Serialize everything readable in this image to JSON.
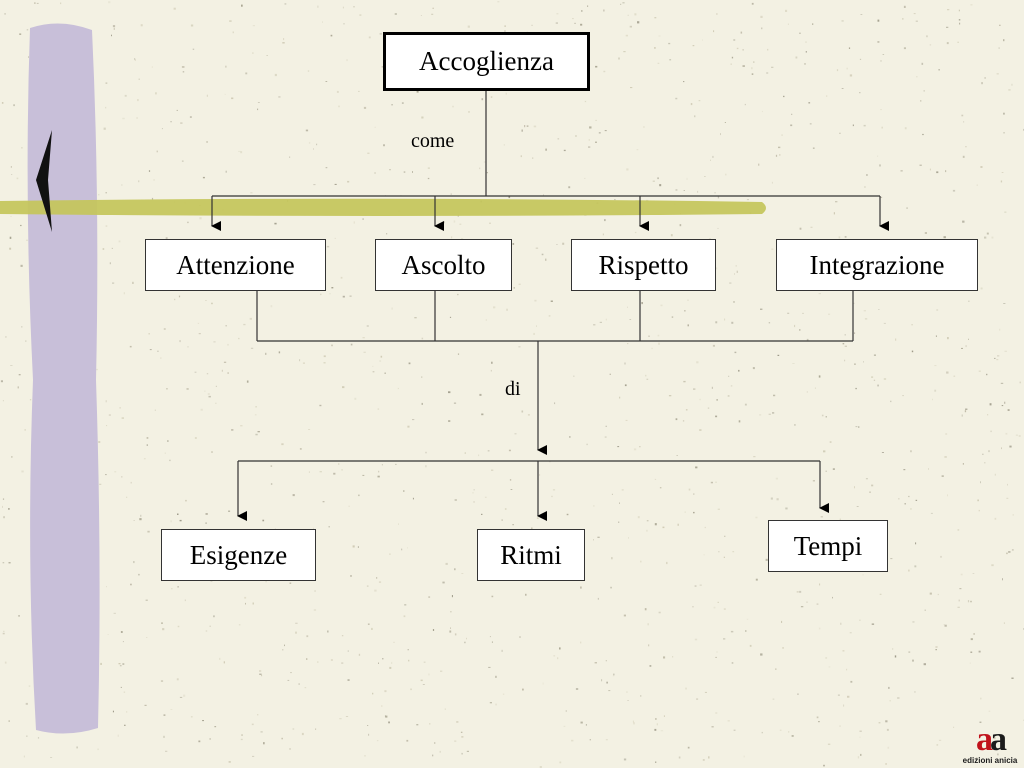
{
  "diagram": {
    "root": "Accoglienza",
    "edge_label_top": "come",
    "level1": [
      "Attenzione",
      "Ascolto",
      "Rispetto",
      "Integrazione"
    ],
    "edge_label_mid": "di",
    "level2": [
      "Esigenze",
      "Ritmi",
      "Tempi"
    ]
  },
  "colors": {
    "background": "#f3f1e3",
    "left_bar": "#c8bfd9",
    "horizontal_stroke": "#c4c65a",
    "chevron": "#111111",
    "logo_accent": "#c0121b"
  },
  "logo": {
    "mark_a": "a",
    "mark_b": "a",
    "text": "edizioni anicia"
  }
}
